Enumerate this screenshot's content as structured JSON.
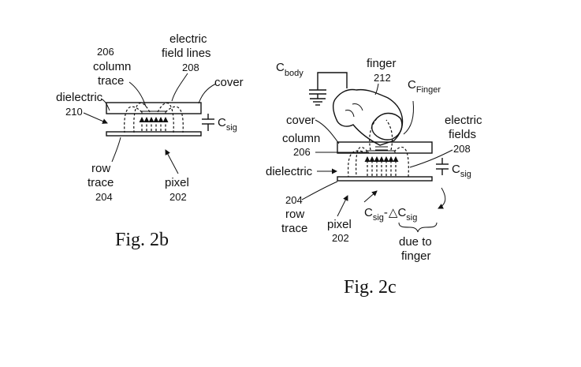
{
  "fig2b": {
    "caption": "Fig. 2b",
    "labels": {
      "column_trace": "column",
      "column_trace_2": "trace",
      "column_trace_num": "206",
      "electric": "electric",
      "field_lines": "field lines",
      "field_lines_num": "208",
      "cover": "cover",
      "dielectric": "dielectric",
      "dielectric_num": "210",
      "csig_c": "C",
      "csig_sub": "sig",
      "row": "row",
      "trace": "trace",
      "row_num": "204",
      "pixel": "pixel",
      "pixel_num": "202"
    }
  },
  "fig2c": {
    "caption": "Fig. 2c",
    "labels": {
      "cbody_c": "C",
      "cbody_sub": "body",
      "finger": "finger",
      "finger_num": "212",
      "cfinger_c": "C",
      "cfinger_sub": "Finger",
      "cover": "cover",
      "column": "column",
      "column_num": "206",
      "electric": "electric",
      "fields": "fields",
      "fields_num": "208",
      "dielectric": "dielectric",
      "csig_c": "C",
      "csig_sub": "sig",
      "row_num": "204",
      "row": "row",
      "trace": "trace",
      "pixel": "pixel",
      "pixel_num": "202",
      "delta_c1": "C",
      "delta_sub1": "sig",
      "delta_minus": "-",
      "delta_sym": "△",
      "delta_c2": "C",
      "delta_sub2": "sig",
      "due_to": "due to",
      "finger_2": "finger"
    }
  }
}
